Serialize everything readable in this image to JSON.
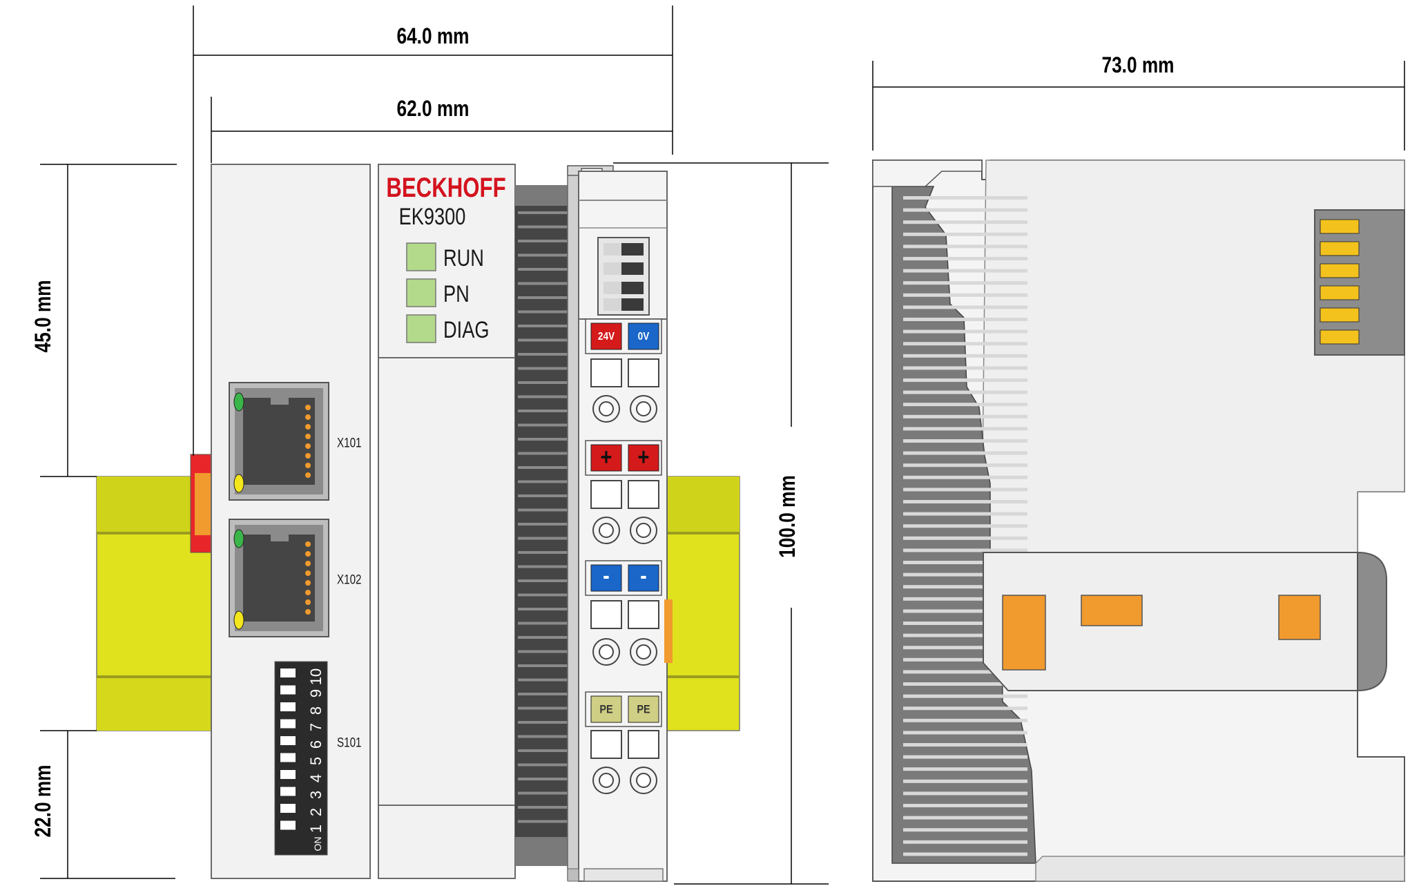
{
  "dimensions": {
    "width_64": "64.0 mm",
    "width_62": "62.0 mm",
    "width_73": "73.0 mm",
    "height_45": "45.0 mm",
    "height_22": "22.0 mm",
    "height_100": "100.0 mm"
  },
  "device": {
    "brand": "BECKHOFF",
    "model": "EK9300",
    "leds": [
      "RUN",
      "PN",
      "DIAG"
    ],
    "ports": [
      "X101",
      "X102",
      "S101"
    ],
    "dip_numbers": [
      "1",
      "2",
      "3",
      "4",
      "5",
      "6",
      "7",
      "8",
      "9",
      "10"
    ],
    "dip_on_label": "ON"
  },
  "terminals": {
    "supply_24v": "24V",
    "supply_0v": "0V",
    "plus": "+",
    "minus": "-",
    "pe": "PE"
  },
  "colors": {
    "brand_red": "#d4121e",
    "rail_yellow": "#dfe21c",
    "led_green": "#b3d98a",
    "red_terminal": "#d41a1a",
    "blue_terminal": "#1a66c9",
    "orange": "#f19a2e",
    "pe_olive": "#cfcf85",
    "housing": "#f2f2f2",
    "grey": "#8c8c8c"
  }
}
